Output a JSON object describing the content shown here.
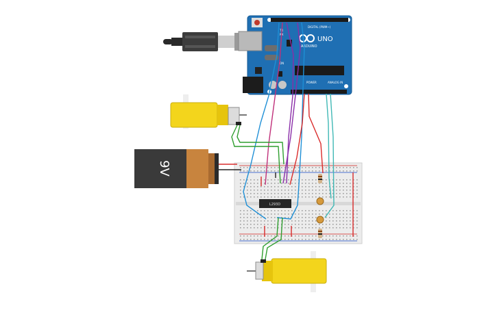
{
  "arduino": {
    "brand": "ARDUINO",
    "model": "UNO",
    "digital_header_label": "DIGITAL (PWM~)",
    "power_label": "POWER",
    "analog_label": "ANALOG IN",
    "on_label": "ON",
    "tx_label": "TX",
    "rx_label": "RX",
    "board_color": "#1f6fb3"
  },
  "battery": {
    "label": "9V",
    "body_color": "#3a3a3a",
    "cap_color": "#c8843e"
  },
  "driver_ic": {
    "label": "L293D"
  },
  "motors": {
    "color": "#f3d51c"
  },
  "wire_colors": {
    "red": "#d92b2b",
    "green": "#2f9e2f",
    "blue": "#1e8fd6",
    "purple": "#8a2ea8",
    "magenta": "#c0307a",
    "teal": "#3fb8b5",
    "black": "#222222"
  }
}
